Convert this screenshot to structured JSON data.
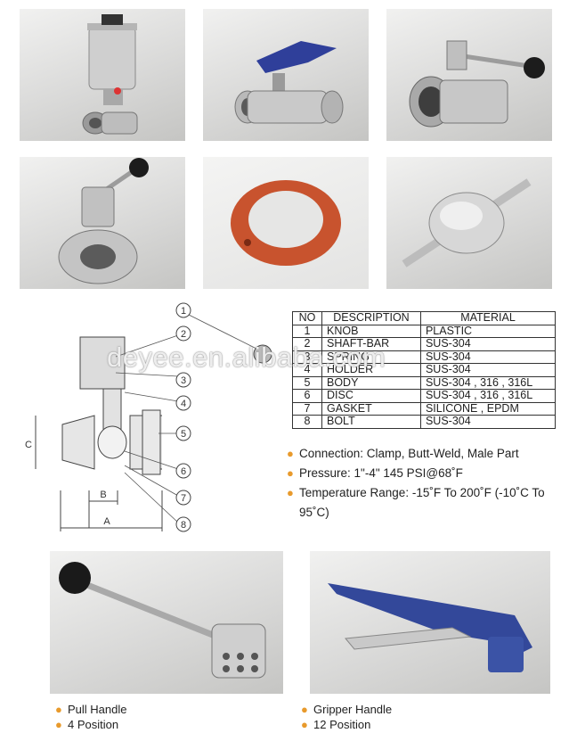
{
  "watermark": "deyee.en.alibaba.com",
  "table": {
    "headers": [
      "NO",
      "DESCRIPTION",
      "MATERIAL"
    ],
    "rows": [
      [
        "1",
        "KNOB",
        "PLASTIC"
      ],
      [
        "2",
        "SHAFT-BAR",
        "SUS-304"
      ],
      [
        "3",
        "SPRING",
        "SUS-304"
      ],
      [
        "4",
        "HOLDER",
        "SUS-304"
      ],
      [
        "5",
        "BODY",
        "SUS-304 , 316 , 316L"
      ],
      [
        "6",
        "DISC",
        "SUS-304 , 316 , 316L"
      ],
      [
        "7",
        "GASKET",
        "SILICONE , EPDM"
      ],
      [
        "8",
        "BOLT",
        "SUS-304"
      ]
    ]
  },
  "specs": [
    "Connection: Clamp, Butt-Weld, Male Part",
    "Pressure: 1\"-4\" 145 PSI@68˚F",
    "Temperature Range: -15˚F To 200˚F (-10˚C To 95˚C)"
  ],
  "diagram": {
    "callouts": [
      "1",
      "2",
      "3",
      "4",
      "5",
      "6",
      "7",
      "8"
    ],
    "dim_labels": [
      "C",
      "B",
      "A"
    ]
  },
  "captions": {
    "pull": [
      "Pull Handle",
      "4 Position"
    ],
    "gripper": [
      "Gripper Handle",
      "12 Position"
    ]
  },
  "colors": {
    "bullet": "#e89a2c",
    "gasket": "#c8532e",
    "gripper": "#33489a"
  }
}
